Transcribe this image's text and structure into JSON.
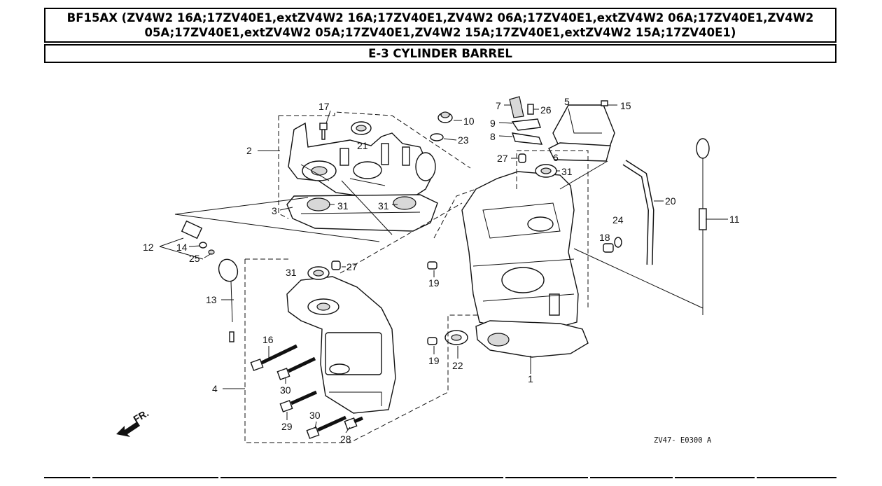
{
  "header": {
    "model_line": "BF15AX (ZV4W2 16A;17ZV40E1,extZV4W2 16A;17ZV40E1,ZV4W2 06A;17ZV40E1,extZV4W2 06A;17ZV40E1,ZV4W2 05A;17ZV40E1,extZV4W2 05A;17ZV40E1,ZV4W2 15A;17ZV40E1,extZV4W2 15A;17ZV40E1)",
    "section": "E-3 CYLINDER BARREL"
  },
  "diagram": {
    "caption": "ZV47- E0300 A",
    "front_label": "FR.",
    "callouts": [
      "17",
      "10",
      "23",
      "21",
      "2",
      "3",
      "31",
      "31",
      "7",
      "26",
      "5",
      "15",
      "9",
      "8",
      "27",
      "31",
      "6",
      "20",
      "11",
      "24",
      "18",
      "12",
      "14",
      "25",
      "13",
      "31",
      "27",
      "19",
      "16",
      "30",
      "4",
      "29",
      "30",
      "28",
      "19",
      "22",
      "1"
    ]
  }
}
